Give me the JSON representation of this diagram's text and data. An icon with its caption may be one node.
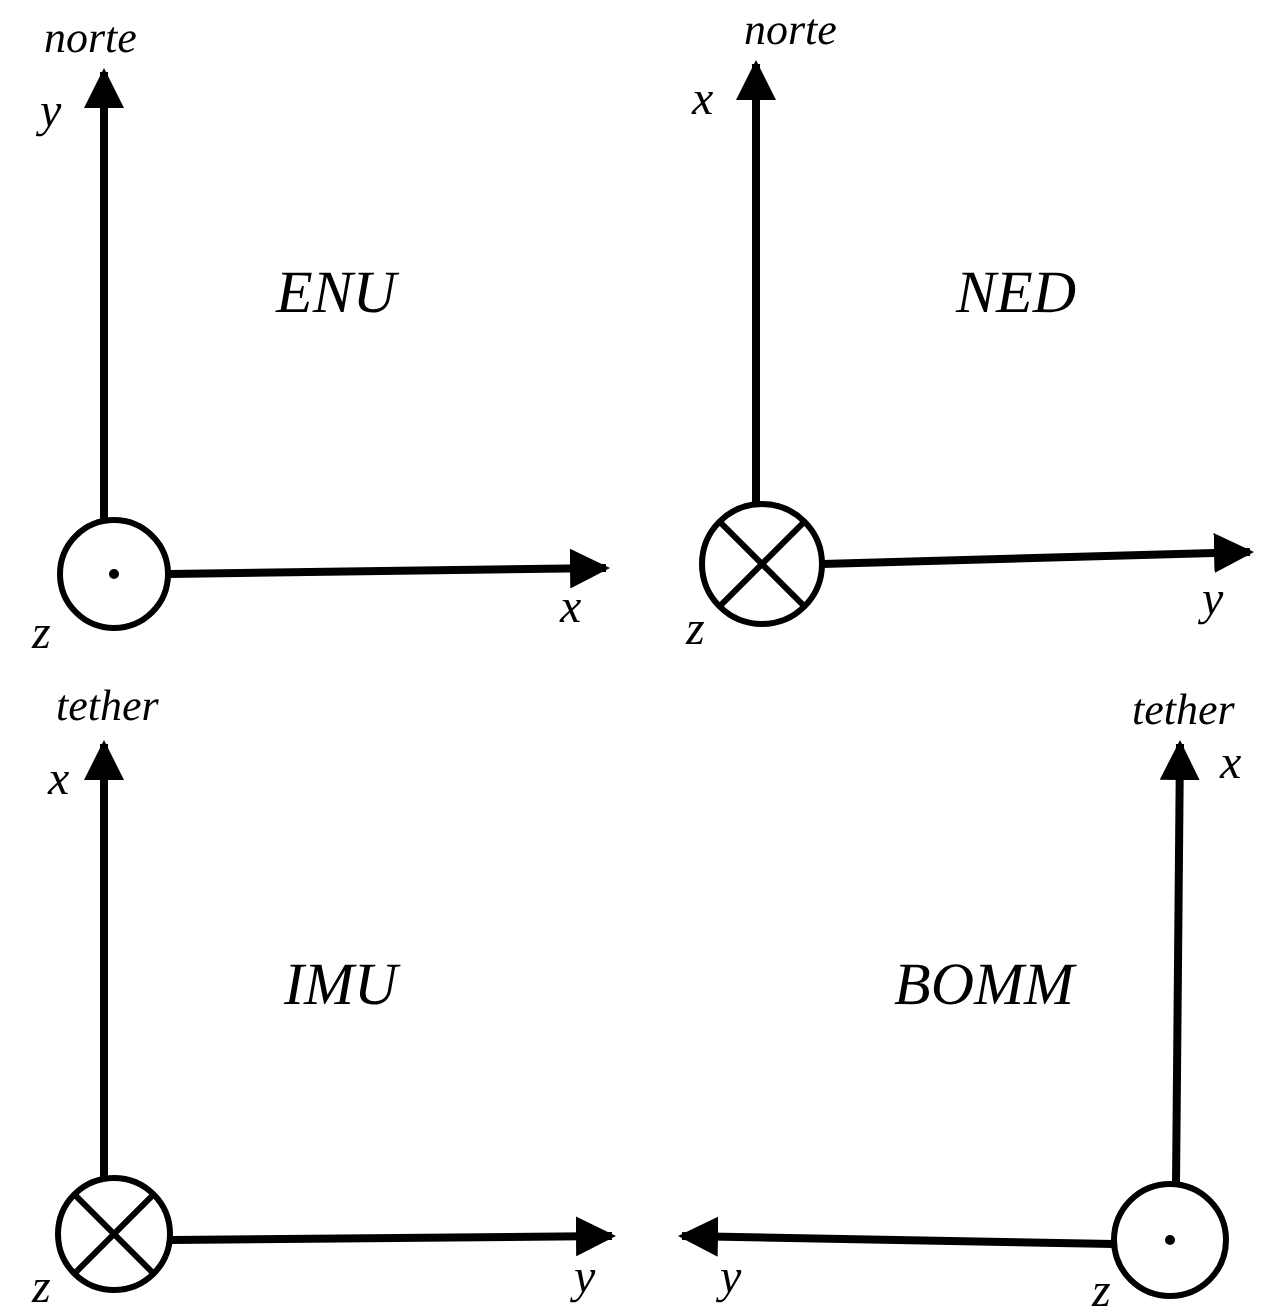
{
  "diagram": {
    "labels": [
      "norte",
      "y",
      "ENU",
      "z",
      "x",
      "norte",
      "x",
      "NED",
      "z",
      "y",
      "tether",
      "x",
      "IMU",
      "z",
      "y",
      "tether",
      "x",
      "BOMM",
      "y",
      "z"
    ]
  }
}
